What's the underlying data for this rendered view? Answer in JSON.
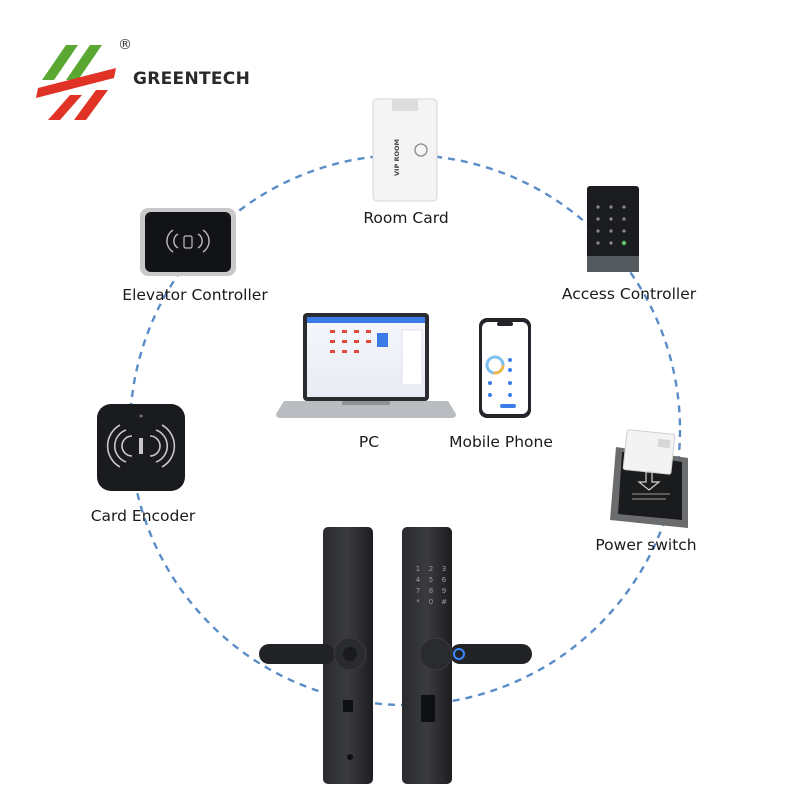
{
  "brand": {
    "name": "GREENTECH",
    "registered_mark": "®",
    "colors": {
      "green": "#5aa832",
      "red": "#e03325"
    }
  },
  "devices": {
    "room_card": {
      "label": "Room Card",
      "card_text": "VIP ROOM"
    },
    "access_controller": {
      "label": "Access Controller"
    },
    "elevator_controller": {
      "label": "Elevator Controller"
    },
    "pc": {
      "label": "PC"
    },
    "mobile_phone": {
      "label": "Mobile Phone"
    },
    "card_encoder": {
      "label": "Card Encoder"
    },
    "power_switch": {
      "label": "Power switch"
    }
  },
  "center_device": {
    "name": "smart-door-lock",
    "keypad_keys": [
      "1",
      "2",
      "3",
      "4",
      "5",
      "6",
      "7",
      "8",
      "9",
      "*",
      "0",
      "#"
    ]
  },
  "colors": {
    "ring": "#5a8cc8",
    "device_dark": "#1e1f22",
    "label_text": "#1a1a1a"
  }
}
